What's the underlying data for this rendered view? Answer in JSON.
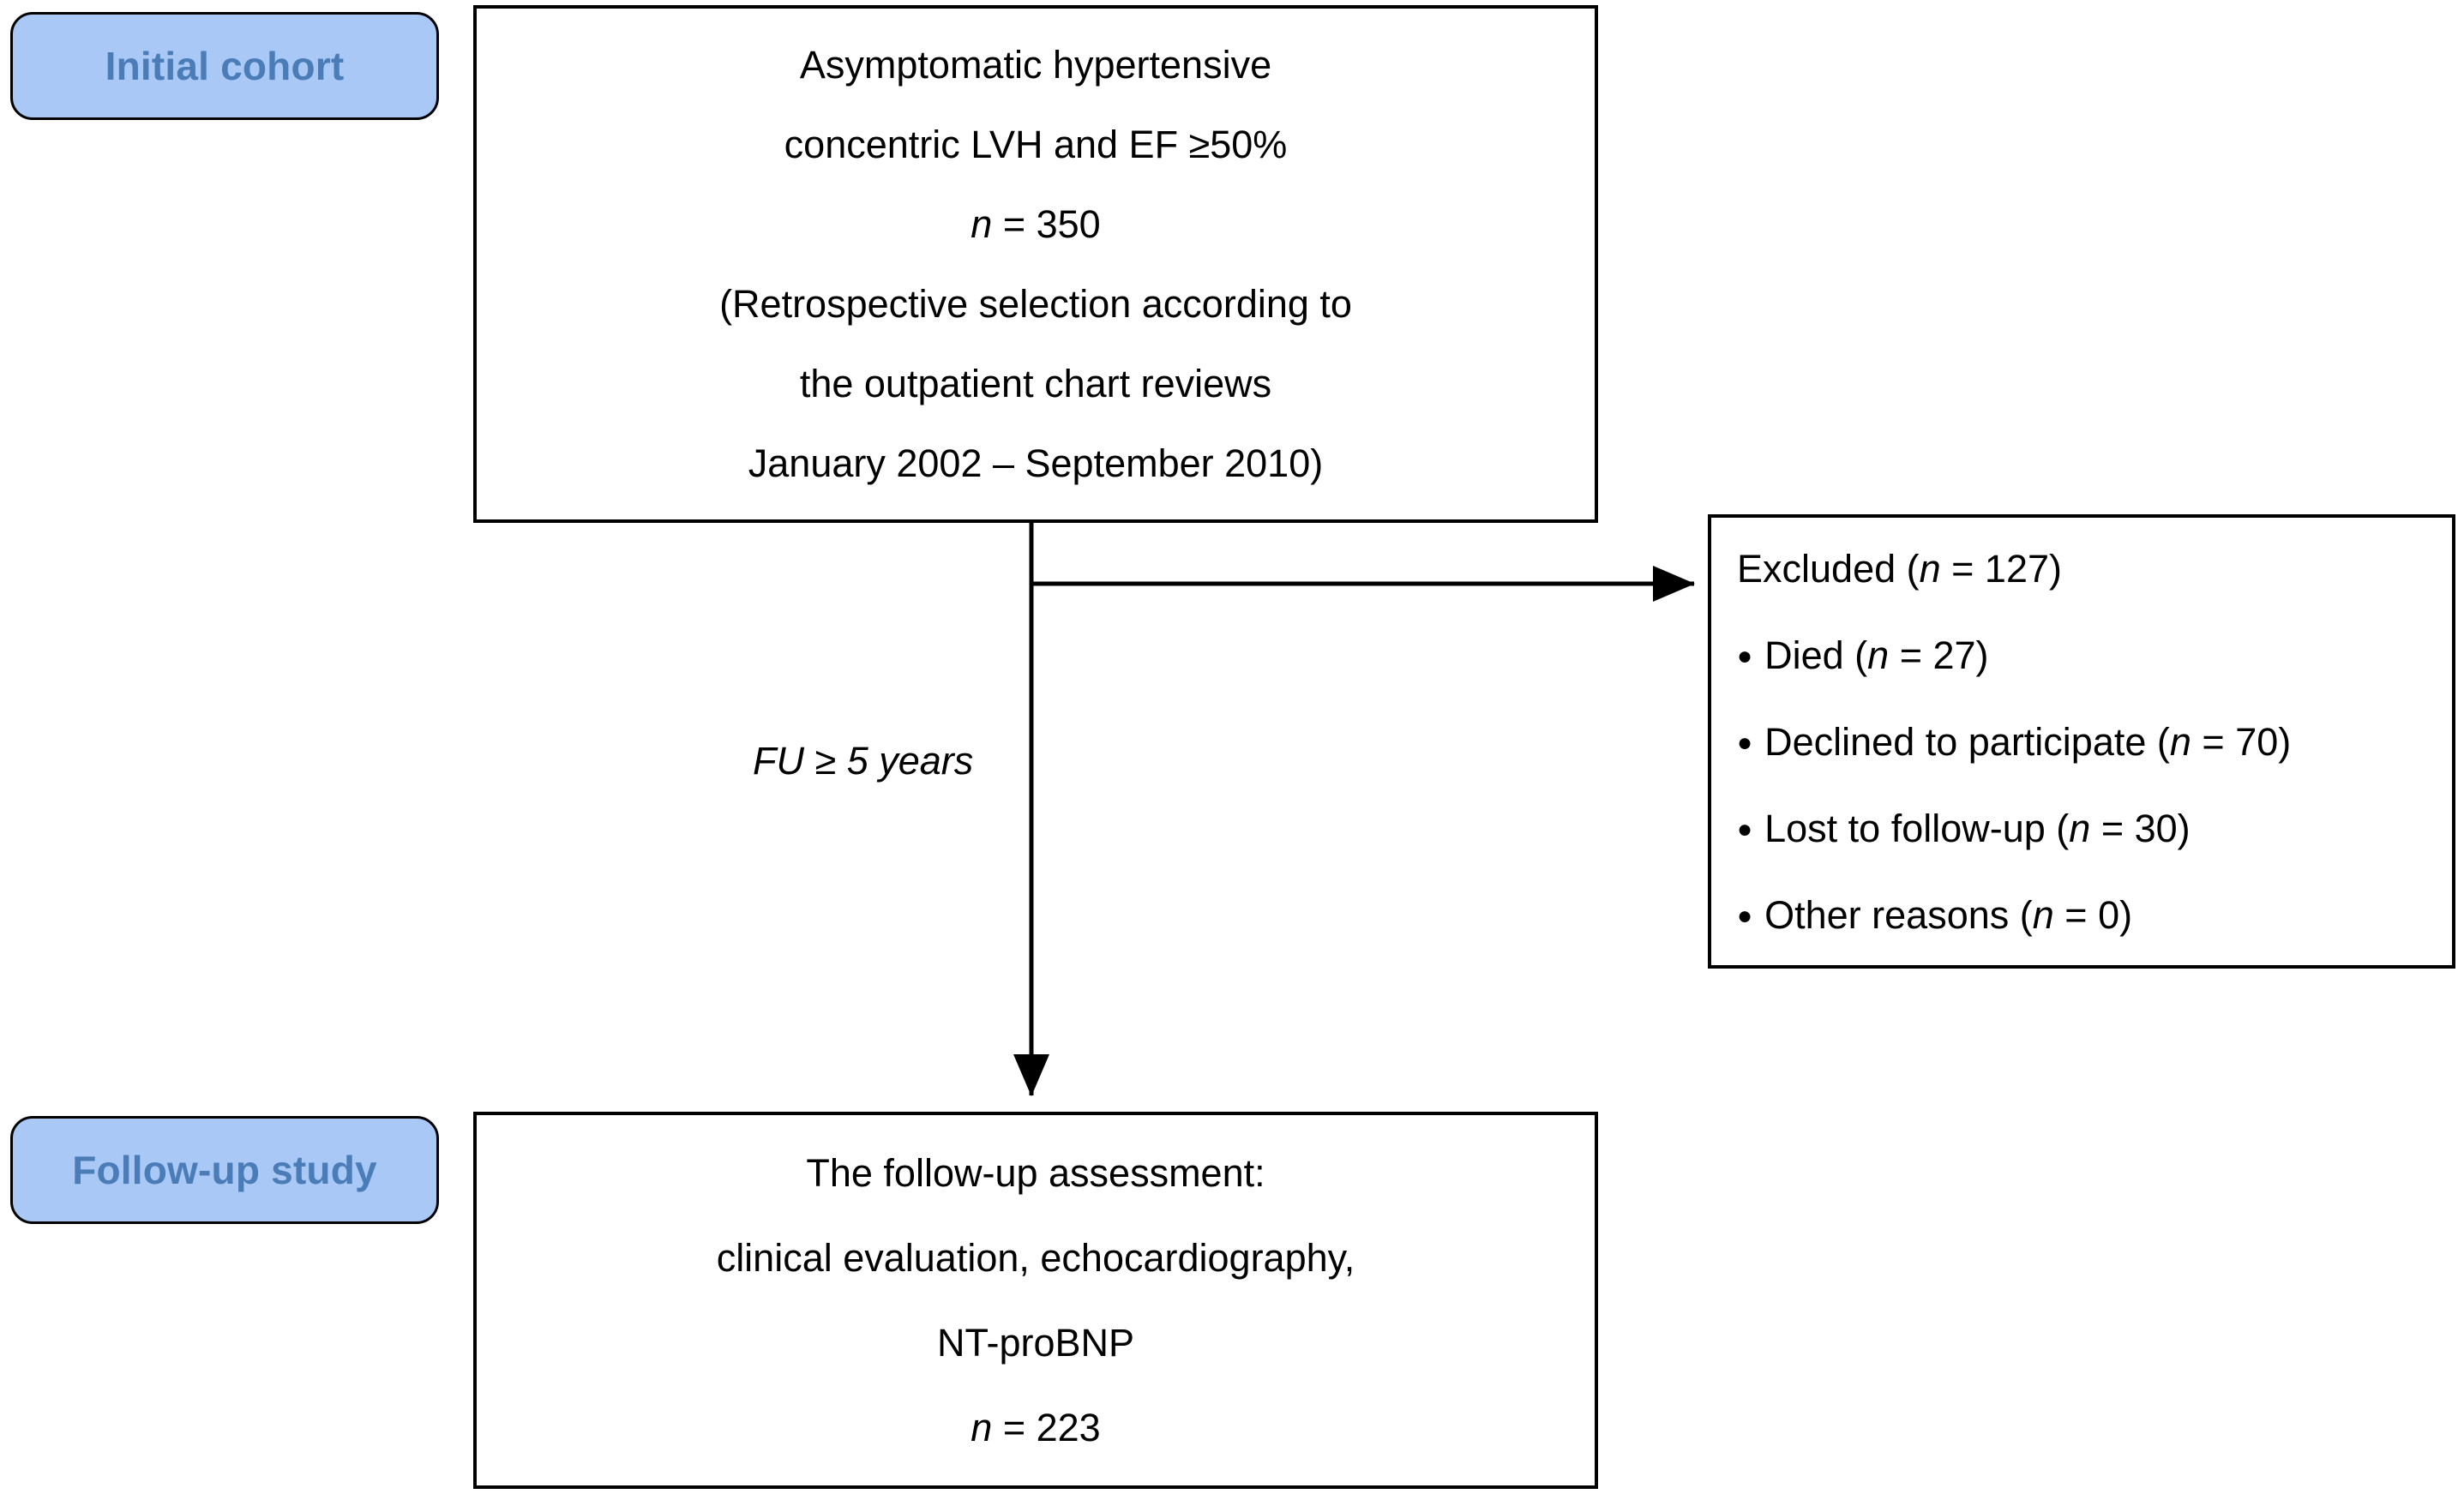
{
  "diagram": {
    "title": "Study flow diagram",
    "colors": {
      "badge_fill": "#aac8f6",
      "badge_text": "#4a7cb8",
      "badge_border": "#000000",
      "box_border": "#000000",
      "box_fill": "#ffffff",
      "text": "#000000",
      "connector": "#000000"
    },
    "stages": {
      "initial_cohort_badge": "Initial cohort",
      "follow_up_study_badge": "Follow-up study"
    },
    "initial_cohort_box": {
      "lines": [
        "Asymptomatic hypertensive",
        "concentric LVH and EF ≥50%",
        "n = 350",
        "(Retrospective selection according to",
        "the outpatient chart reviews",
        "January 2002 – September 2010)"
      ],
      "n_label": "n",
      "n_value": "= 350"
    },
    "excluded_box": {
      "heading_prefix": "Excluded (",
      "heading_italic": "n",
      "heading_suffix": " = 127)",
      "heading_full": "Excluded (n = 127)",
      "items": [
        {
          "label": "Died (",
          "italic": "n",
          "suffix": " = 27)",
          "full": "Died (n = 27)",
          "count": 27
        },
        {
          "label": "Declined to participate (",
          "italic": "n",
          "suffix": " = 70)",
          "full": "Declined to participate (n = 70)",
          "count": 70
        },
        {
          "label": "Lost to follow-up  (",
          "italic": "n",
          "suffix": " = 30)",
          "full": "Lost to follow-up (n = 30)",
          "count": 30
        },
        {
          "label": "Other reasons (",
          "italic": "n",
          "suffix": " = 0)",
          "full": "Other reasons (n = 0)",
          "count": 0
        }
      ],
      "total_excluded": 127,
      "bullet_glyph": "●"
    },
    "connector_label": "FU ≥ 5 years",
    "follow_up_box": {
      "lines": [
        "The follow-up assessment:",
        "clinical evaluation,  echocardiography,",
        "NT-proBNP",
        "n = 223"
      ],
      "n_label": "n",
      "n_value": "= 223"
    }
  }
}
